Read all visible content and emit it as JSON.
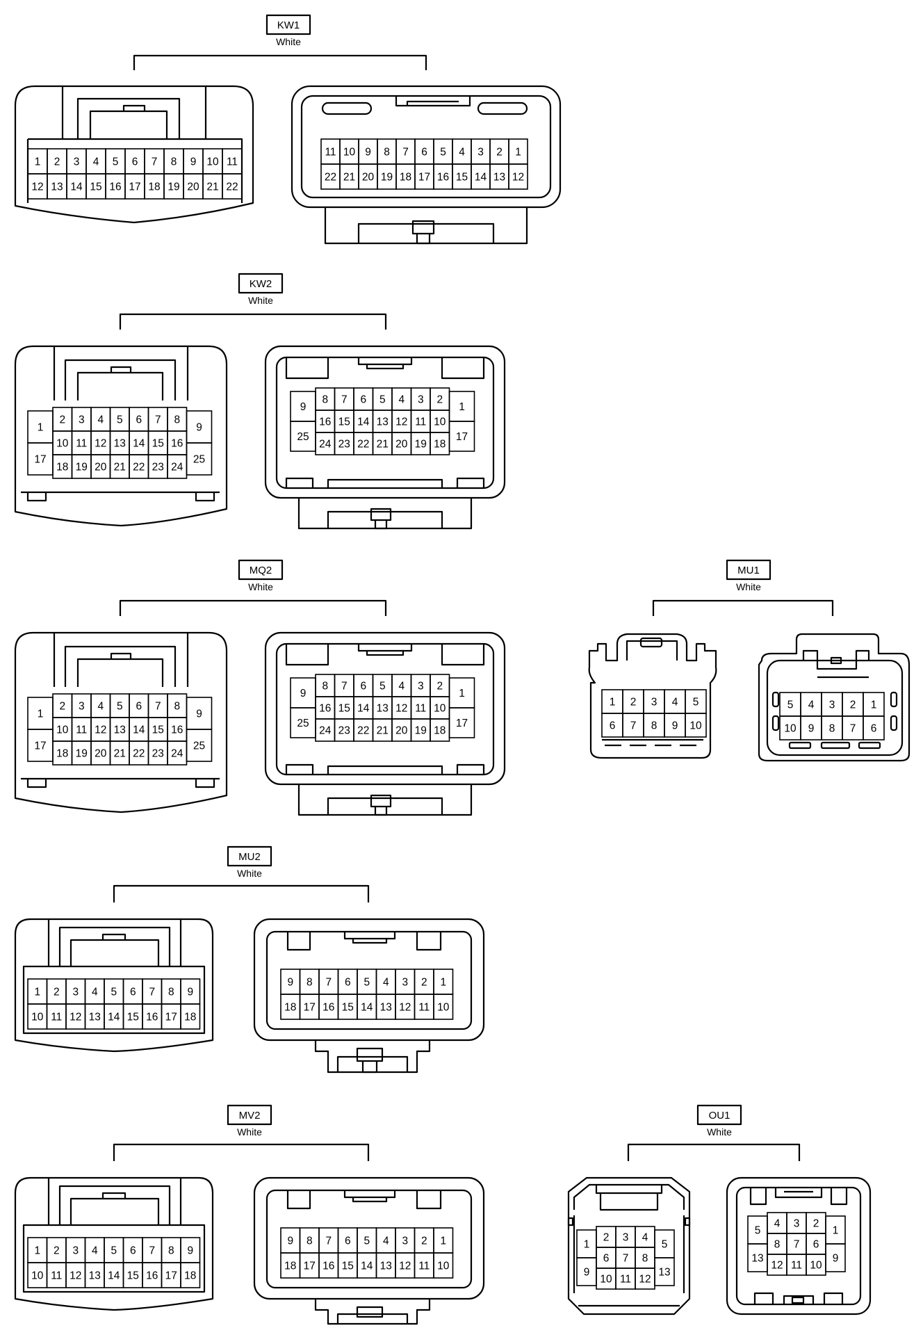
{
  "connectors": [
    {
      "id": "KW1",
      "color": "White",
      "views": [
        {
          "side": "harness",
          "rows": [
            [
              "1",
              "2",
              "3",
              "4",
              "5",
              "6",
              "7",
              "8",
              "9",
              "10",
              "11"
            ],
            [
              "12",
              "13",
              "14",
              "15",
              "16",
              "17",
              "18",
              "19",
              "20",
              "21",
              "22"
            ]
          ]
        },
        {
          "side": "component",
          "rows": [
            [
              "11",
              "10",
              "9",
              "8",
              "7",
              "6",
              "5",
              "4",
              "3",
              "2",
              "1"
            ],
            [
              "22",
              "21",
              "20",
              "19",
              "18",
              "17",
              "16",
              "15",
              "14",
              "13",
              "12"
            ]
          ]
        }
      ]
    },
    {
      "id": "KW2",
      "color": "White",
      "views": [
        {
          "side": "harness",
          "left_col": [
            "1",
            "17"
          ],
          "right_col": [
            "9",
            "25"
          ],
          "rows": [
            [
              "2",
              "3",
              "4",
              "5",
              "6",
              "7",
              "8"
            ],
            [
              "10",
              "11",
              "12",
              "13",
              "14",
              "15",
              "16"
            ],
            [
              "18",
              "19",
              "20",
              "21",
              "22",
              "23",
              "24"
            ]
          ]
        },
        {
          "side": "component",
          "left_col": [
            "9",
            "25"
          ],
          "right_col": [
            "1",
            "17"
          ],
          "rows": [
            [
              "8",
              "7",
              "6",
              "5",
              "4",
              "3",
              "2"
            ],
            [
              "16",
              "15",
              "14",
              "13",
              "12",
              "11",
              "10"
            ],
            [
              "24",
              "23",
              "22",
              "21",
              "20",
              "19",
              "18"
            ]
          ]
        }
      ]
    },
    {
      "id": "MQ2",
      "color": "White",
      "views": [
        {
          "side": "harness",
          "left_col": [
            "1",
            "17"
          ],
          "right_col": [
            "9",
            "25"
          ],
          "rows": [
            [
              "2",
              "3",
              "4",
              "5",
              "6",
              "7",
              "8"
            ],
            [
              "10",
              "11",
              "12",
              "13",
              "14",
              "15",
              "16"
            ],
            [
              "18",
              "19",
              "20",
              "21",
              "22",
              "23",
              "24"
            ]
          ]
        },
        {
          "side": "component",
          "left_col": [
            "9",
            "25"
          ],
          "right_col": [
            "1",
            "17"
          ],
          "rows": [
            [
              "8",
              "7",
              "6",
              "5",
              "4",
              "3",
              "2"
            ],
            [
              "16",
              "15",
              "14",
              "13",
              "12",
              "11",
              "10"
            ],
            [
              "24",
              "23",
              "22",
              "21",
              "20",
              "19",
              "18"
            ]
          ]
        }
      ]
    },
    {
      "id": "MU1",
      "color": "White",
      "views": [
        {
          "side": "harness",
          "rows": [
            [
              "1",
              "2",
              "3",
              "4",
              "5"
            ],
            [
              "6",
              "7",
              "8",
              "9",
              "10"
            ]
          ]
        },
        {
          "side": "component",
          "rows": [
            [
              "5",
              "4",
              "3",
              "2",
              "1"
            ],
            [
              "10",
              "9",
              "8",
              "7",
              "6"
            ]
          ]
        }
      ]
    },
    {
      "id": "MU2",
      "color": "White",
      "views": [
        {
          "side": "harness",
          "rows": [
            [
              "1",
              "2",
              "3",
              "4",
              "5",
              "6",
              "7",
              "8",
              "9"
            ],
            [
              "10",
              "11",
              "12",
              "13",
              "14",
              "15",
              "16",
              "17",
              "18"
            ]
          ]
        },
        {
          "side": "component",
          "rows": [
            [
              "9",
              "8",
              "7",
              "6",
              "5",
              "4",
              "3",
              "2",
              "1"
            ],
            [
              "18",
              "17",
              "16",
              "15",
              "14",
              "13",
              "12",
              "11",
              "10"
            ]
          ]
        }
      ]
    },
    {
      "id": "MV2",
      "color": "White",
      "views": [
        {
          "side": "harness",
          "rows": [
            [
              "1",
              "2",
              "3",
              "4",
              "5",
              "6",
              "7",
              "8",
              "9"
            ],
            [
              "10",
              "11",
              "12",
              "13",
              "14",
              "15",
              "16",
              "17",
              "18"
            ]
          ]
        },
        {
          "side": "component",
          "rows": [
            [
              "9",
              "8",
              "7",
              "6",
              "5",
              "4",
              "3",
              "2",
              "1"
            ],
            [
              "18",
              "17",
              "16",
              "15",
              "14",
              "13",
              "12",
              "11",
              "10"
            ]
          ]
        }
      ]
    },
    {
      "id": "OU1",
      "color": "White",
      "views": [
        {
          "side": "harness",
          "left_col": [
            "1",
            "9"
          ],
          "right_col": [
            "5",
            "13"
          ],
          "rows": [
            [
              "2",
              "3",
              "4"
            ],
            [
              "6",
              "7",
              "8"
            ],
            [
              "10",
              "11",
              "12"
            ]
          ]
        },
        {
          "side": "component",
          "left_col": [
            "5",
            "13"
          ],
          "right_col": [
            "1",
            "9"
          ],
          "rows": [
            [
              "4",
              "3",
              "2"
            ],
            [
              "8",
              "7",
              "6"
            ],
            [
              "12",
              "11",
              "10"
            ]
          ]
        }
      ]
    }
  ]
}
